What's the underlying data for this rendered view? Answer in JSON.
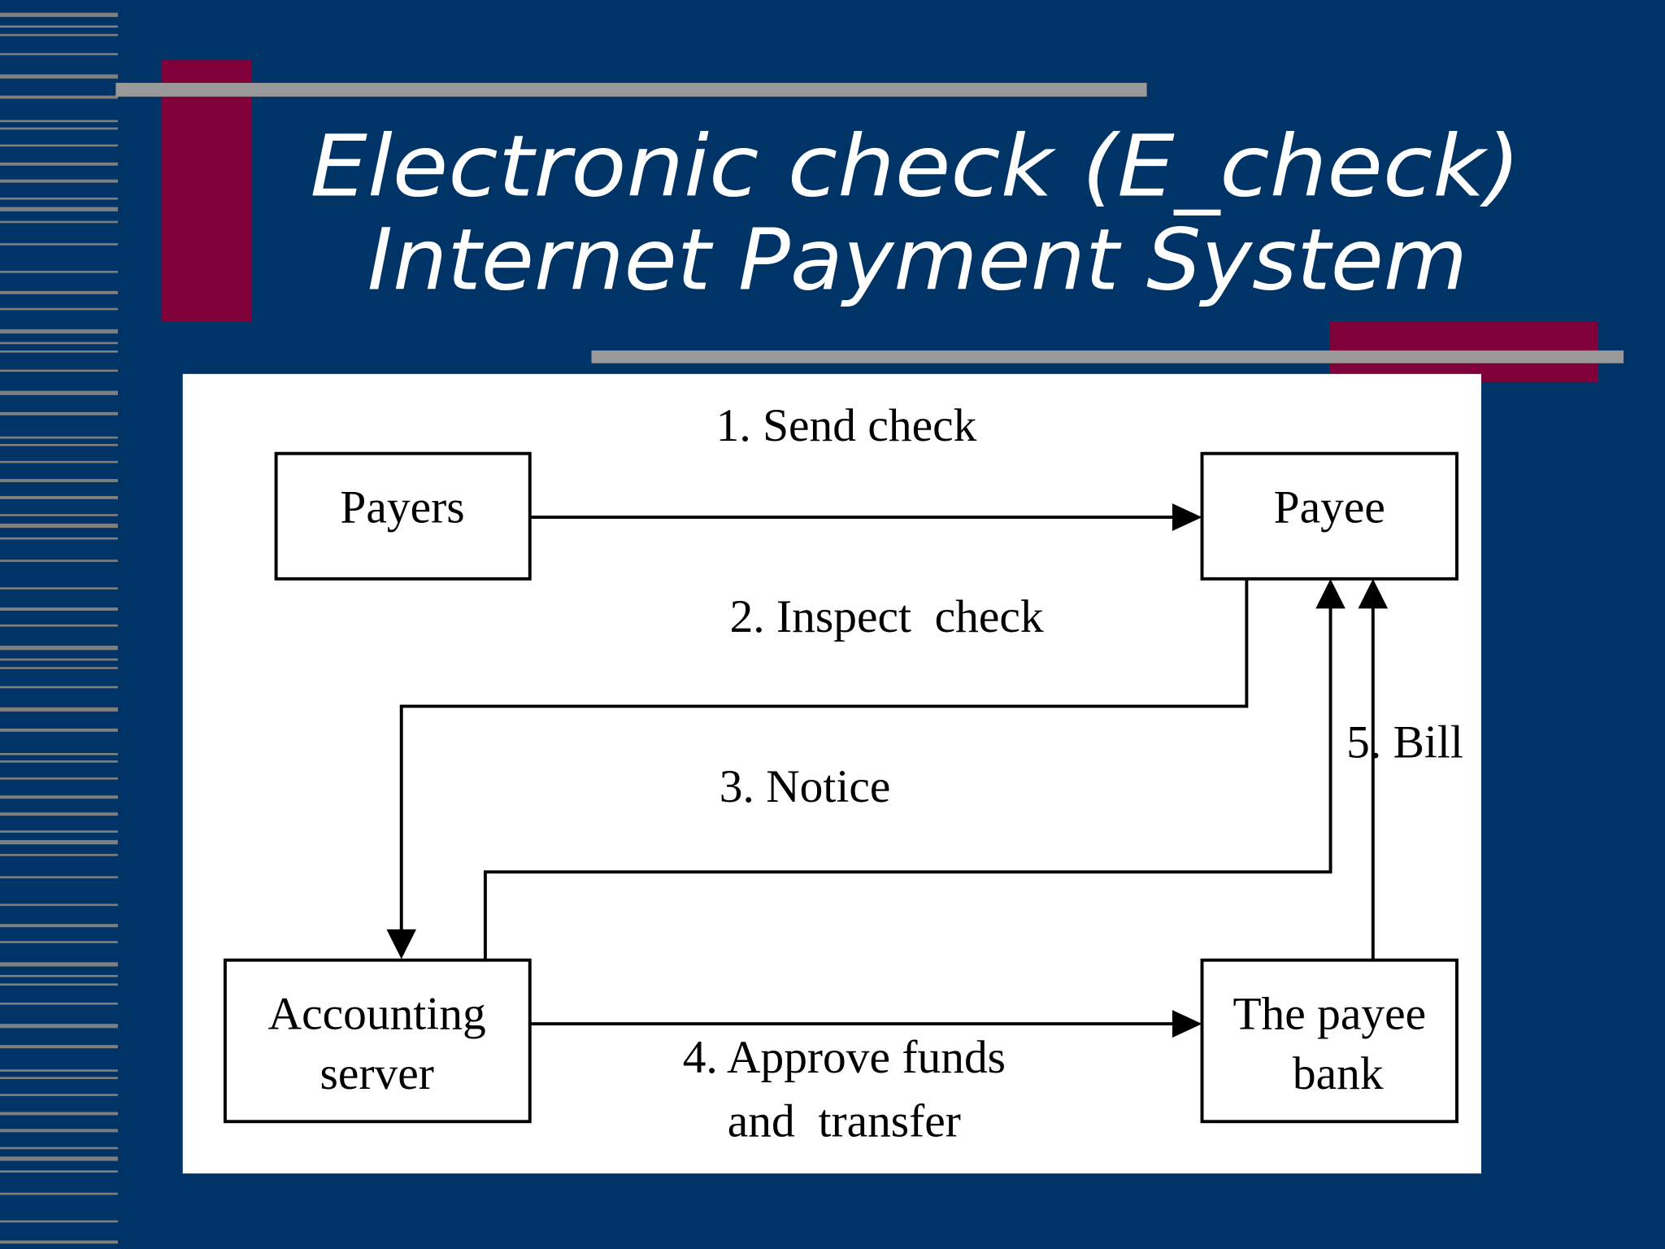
{
  "slide": {
    "title_line1": "Electronic check (E_check)",
    "title_line2": "Internet Payment System",
    "colors": {
      "background": "#003366",
      "accent": "#80003a",
      "bar": "#999999",
      "stripes": "#7f7f7f"
    }
  },
  "diagram": {
    "nodes": {
      "payers": "Payers",
      "payee": "Payee",
      "accounting_line1": "Accounting",
      "accounting_line2": "server",
      "bank_line1": "The payee",
      "bank_line2": "bank"
    },
    "edges": {
      "send_check": "1. Send check",
      "inspect_check": "2. Inspect  check",
      "notice": "3. Notice",
      "approve_line1": "4. Approve funds",
      "approve_line2": "and  transfer",
      "bill": "5. Bill"
    }
  }
}
